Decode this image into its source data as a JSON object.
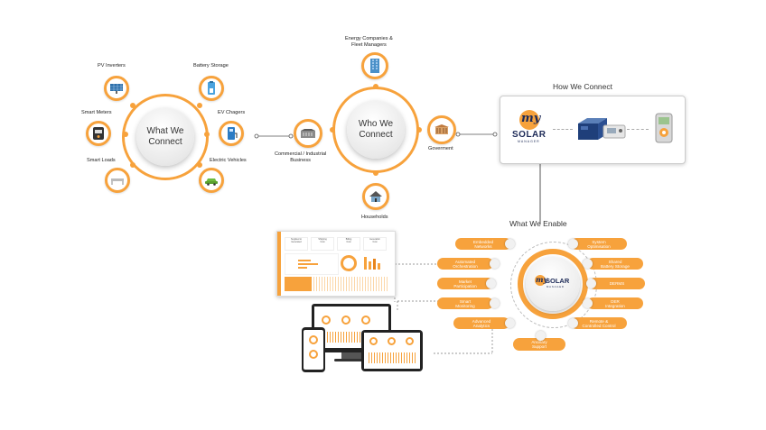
{
  "what_we_connect": {
    "center": "What We\nConnect",
    "pv_inverters": "PV Inverters",
    "battery_storage": "Battery Storage",
    "smart_meters": "Smart Meters",
    "ev_chargers": "EV Chagers",
    "smart_loads": "Smart Loads",
    "electric_vehicles": "Electric Vehicles"
  },
  "who_we_connect": {
    "center": "Who We\nConnect",
    "energy_companies": "Energy Companies &\nFleet Managers",
    "commercial": "Commercial / Industrial\nBusiness",
    "government": "Goverment",
    "households": "Households"
  },
  "how_we_connect": {
    "title": "How We Connect",
    "logo_my": "my",
    "logo_solar": "SOLAR",
    "logo_manager": "MANAGER"
  },
  "what_we_enable": {
    "title": "What We Enable",
    "logo_my": "my",
    "logo_solar": "SOLAR",
    "logo_manager": "MANAGER",
    "left_items": [
      "Embedded\nNetworks",
      "Automated\nOrchestration",
      "Market\nParticipation",
      "Smart\nMonitoring",
      "Advanced\nAnalytics"
    ],
    "right_items": [
      "System\nOptimisation",
      "Shared\nBattery Storage",
      "DERMS",
      "DER\nIntegration",
      "Remote &\nControlled Control"
    ],
    "bottom_item": "Ancillary\nSupport"
  },
  "dashboard": {
    "kpis": [
      "Supplied to\nGenerated",
      "Shipping\nCost",
      "Billing\nCost",
      "Generation\nCost"
    ]
  },
  "colors": {
    "accent": "#f7a23c",
    "dark_accent": "#e8851c",
    "line": "#555555"
  }
}
